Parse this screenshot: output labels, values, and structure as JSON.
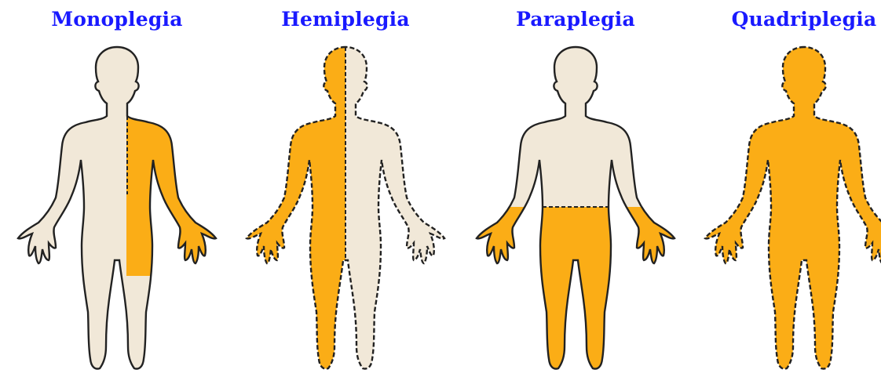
{
  "colors": {
    "title": "#1a1aff",
    "body_fill": "#f1e8d8",
    "affected_fill": "#fbad16",
    "outline": "#222222"
  },
  "panels": [
    {
      "title": "Monoplegia",
      "affected": "left-arm"
    },
    {
      "title": "Hemiplegia",
      "affected": "left-half"
    },
    {
      "title": "Paraplegia",
      "affected": "lower-body"
    },
    {
      "title": "Quadriplegia",
      "affected": "whole-body"
    }
  ]
}
